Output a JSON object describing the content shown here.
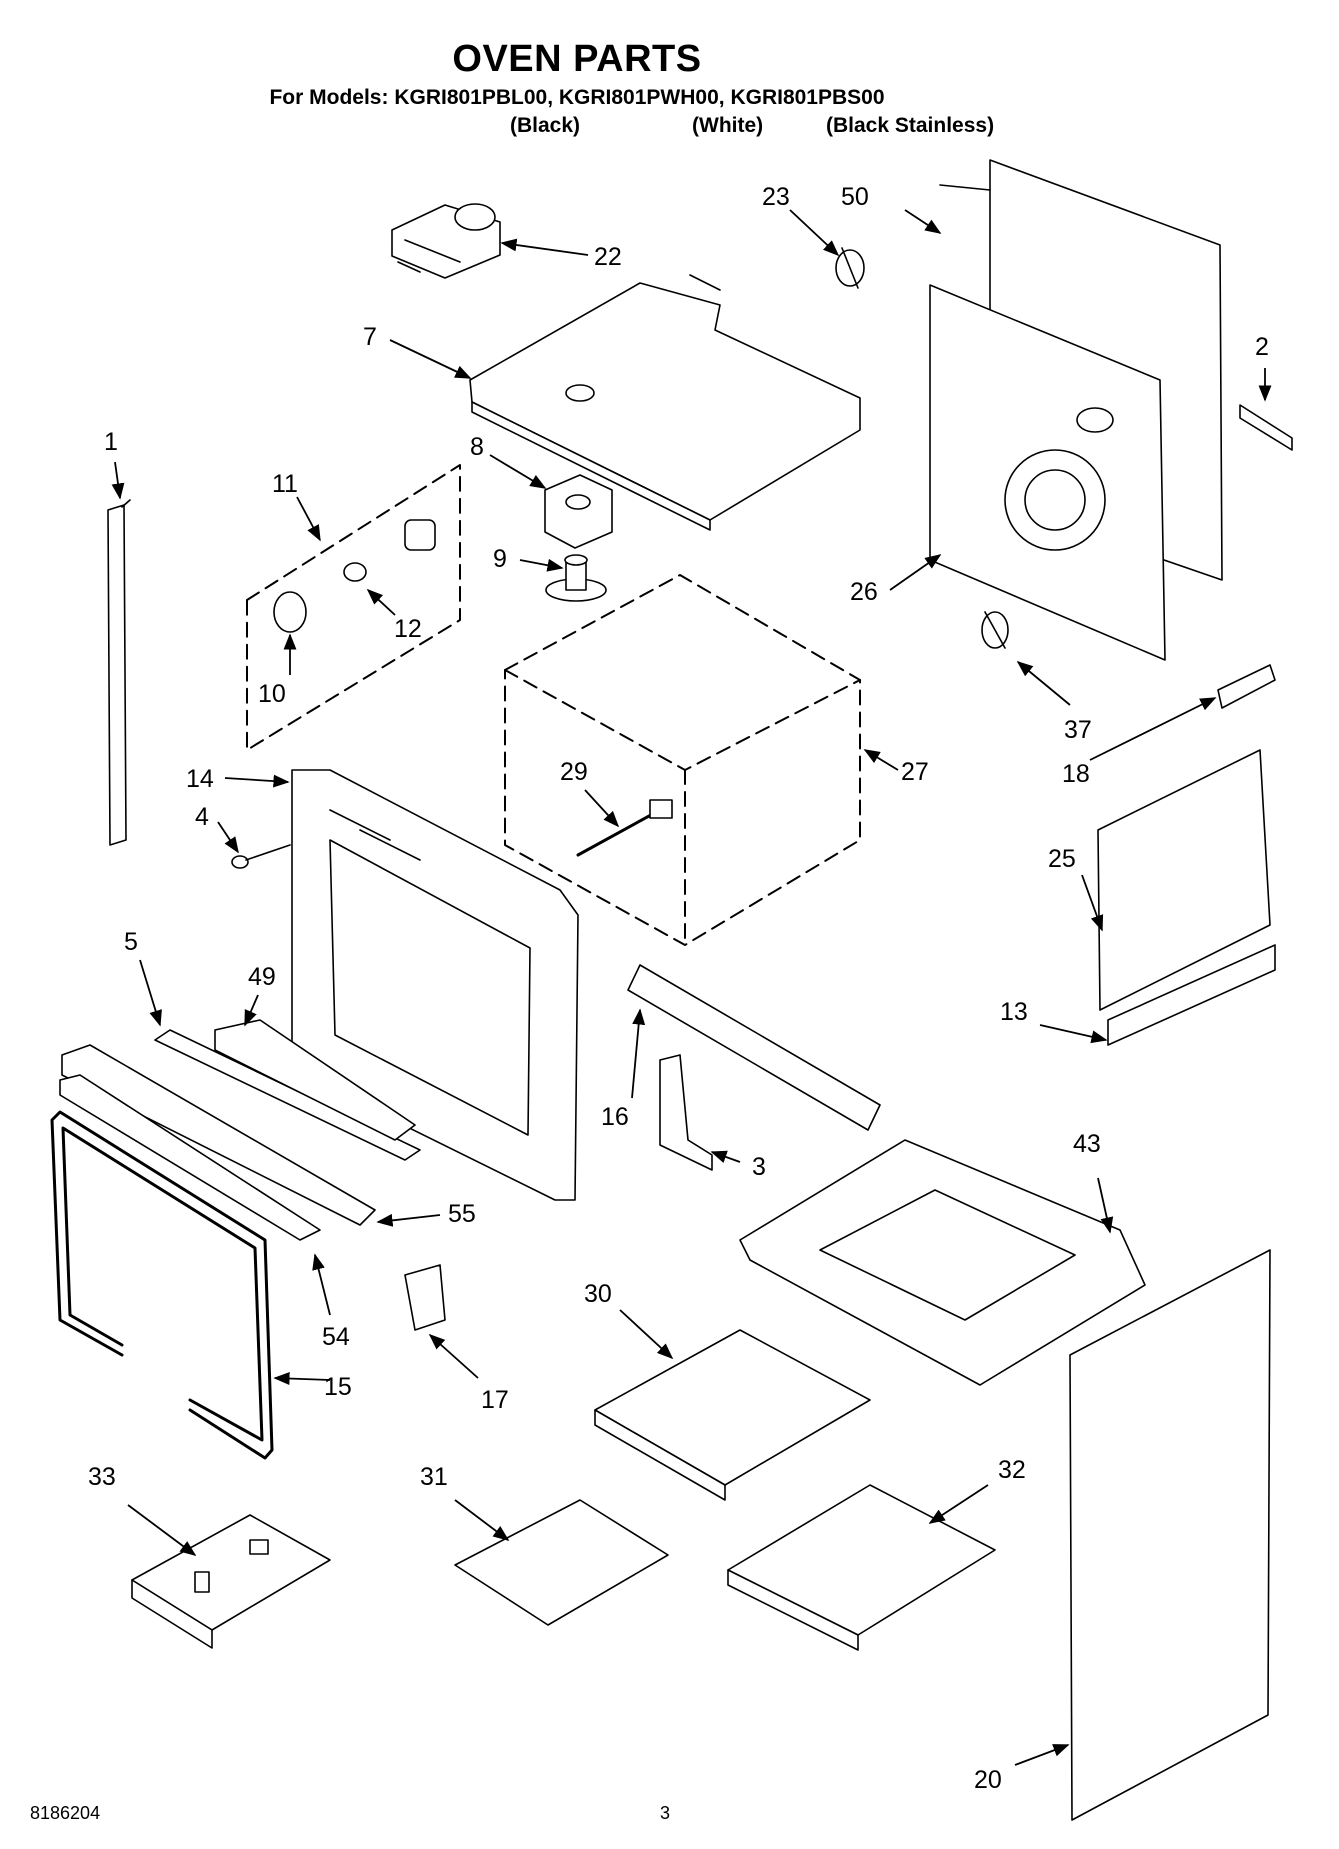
{
  "header": {
    "title": "OVEN PARTS",
    "models_line": "For Models: KGRI801PBL00, KGRI801PWH00, KGRI801PBS00",
    "variants": [
      "(Black)",
      "(White)",
      "(Black Stainless)"
    ]
  },
  "callouts": [
    "1",
    "2",
    "3",
    "4",
    "5",
    "7",
    "8",
    "9",
    "10",
    "11",
    "12",
    "13",
    "14",
    "15",
    "16",
    "17",
    "18",
    "20",
    "22",
    "23",
    "25",
    "26",
    "27",
    "29",
    "30",
    "31",
    "32",
    "33",
    "37",
    "43",
    "49",
    "50",
    "54",
    "55"
  ],
  "footer": {
    "doc_number": "8186204",
    "page_number": "3"
  }
}
